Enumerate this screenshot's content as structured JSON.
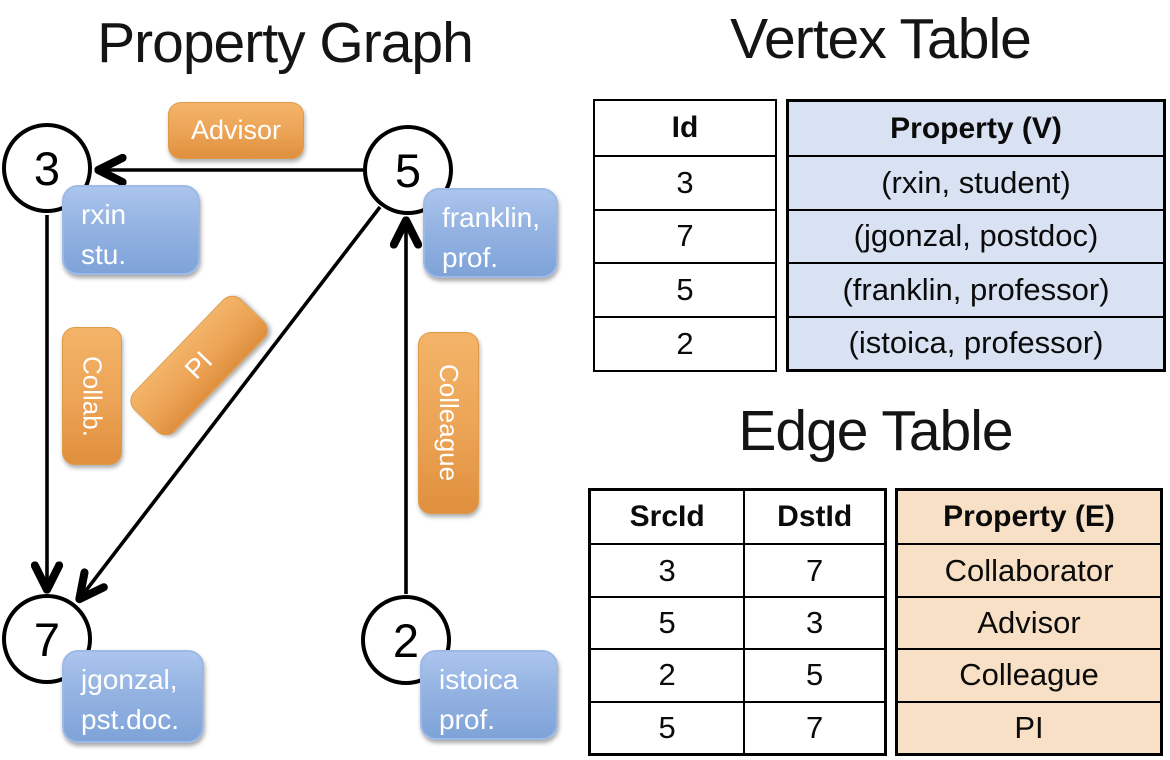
{
  "graph_panel": {
    "title": "Property Graph",
    "nodes": [
      {
        "id": "3"
      },
      {
        "id": "5"
      },
      {
        "id": "7"
      },
      {
        "id": "2"
      }
    ],
    "vertex_labels": [
      {
        "node": "3",
        "line1": "rxin",
        "line2": "stu."
      },
      {
        "node": "5",
        "line1": "franklin,",
        "line2": "prof."
      },
      {
        "node": "7",
        "line1": "jgonzal,",
        "line2": "pst.doc."
      },
      {
        "node": "2",
        "line1": "istoica",
        "line2": "prof."
      }
    ],
    "edge_labels": [
      {
        "text": "Advisor"
      },
      {
        "text": "Collab."
      },
      {
        "text": "PI"
      },
      {
        "text": "Colleague"
      }
    ]
  },
  "vertex_table": {
    "title": "Vertex Table",
    "columns": {
      "id": "Id",
      "property": "Property (V)"
    },
    "rows": [
      {
        "id": "3",
        "property": "(rxin, student)"
      },
      {
        "id": "7",
        "property": "(jgonzal, postdoc)"
      },
      {
        "id": "5",
        "property": "(franklin, professor)"
      },
      {
        "id": "2",
        "property": "(istoica, professor)"
      }
    ]
  },
  "edge_table": {
    "title": "Edge Table",
    "columns": {
      "src": "SrcId",
      "dst": "DstId",
      "property": "Property (E)"
    },
    "rows": [
      {
        "src": "3",
        "dst": "7",
        "property": "Collaborator"
      },
      {
        "src": "5",
        "dst": "3",
        "property": "Advisor"
      },
      {
        "src": "2",
        "dst": "5",
        "property": "Colleague"
      },
      {
        "src": "5",
        "dst": "7",
        "property": "PI"
      }
    ]
  },
  "colors": {
    "edge_label_orange": "#ECA355",
    "vertex_label_blue": "#94B3E2",
    "vertex_property_fill": "#D9E2F3",
    "edge_property_fill": "#F7E0C5",
    "line_black": "#000000"
  }
}
